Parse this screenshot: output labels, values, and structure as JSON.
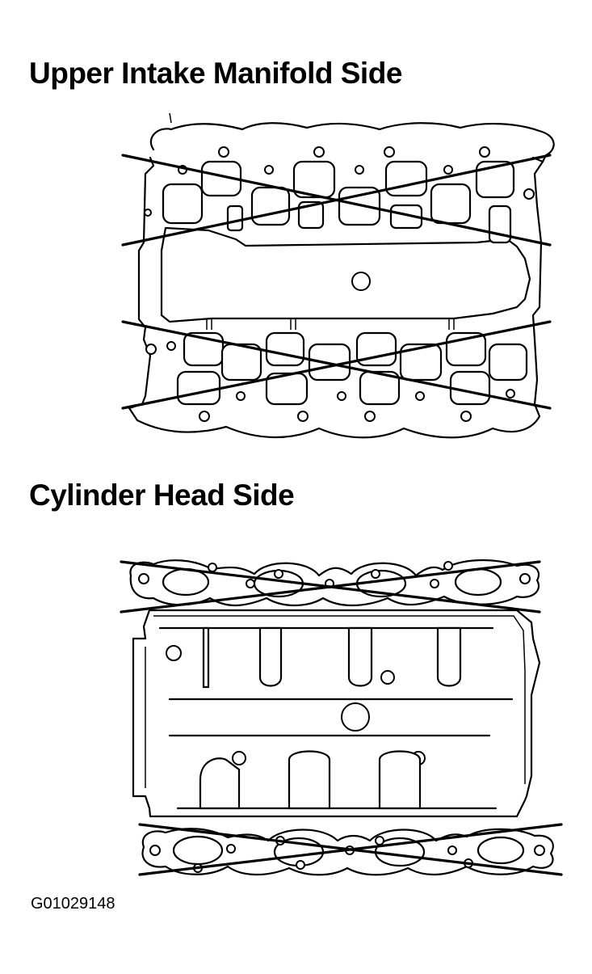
{
  "headings": {
    "upper": "Upper Intake Manifold Side",
    "head": "Cylinder Head Side"
  },
  "figure_code": "G01029148",
  "icons": {
    "upper_gasket": "upper-intake-gasket-icon",
    "head_gasket": "cylinder-head-gasket-icon",
    "x_mark": "cross-out-x-icon"
  },
  "colors": {
    "ink": "#000000",
    "paper": "#ffffff"
  }
}
